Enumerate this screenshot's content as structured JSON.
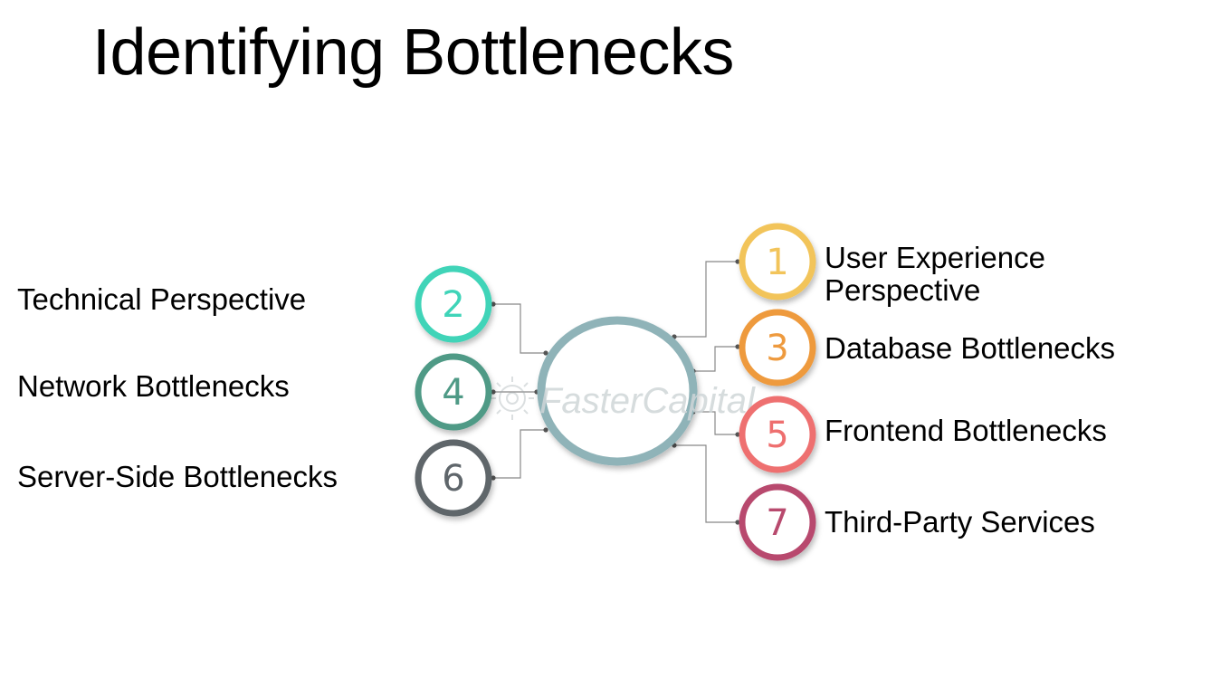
{
  "title": "Identifying Bottlenecks",
  "watermark": "FasterCapital",
  "items": [
    {
      "number": "1",
      "label": "User Experience Perspective",
      "color": "#f2c45a"
    },
    {
      "number": "2",
      "label": "Technical Perspective",
      "color": "#3fd4b8"
    },
    {
      "number": "3",
      "label": "Database Bottlenecks",
      "color": "#ee9a3e"
    },
    {
      "number": "4",
      "label": "Network Bottlenecks",
      "color": "#4f9a86"
    },
    {
      "number": "5",
      "label": "Frontend Bottlenecks",
      "color": "#ee6f6f"
    },
    {
      "number": "6",
      "label": "Server-Side Bottlenecks",
      "color": "#5f666b"
    },
    {
      "number": "7",
      "label": "Third-Party Services",
      "color": "#b84a6e"
    }
  ],
  "hub_color": "#8fb3b8",
  "connector_color": "#888888"
}
